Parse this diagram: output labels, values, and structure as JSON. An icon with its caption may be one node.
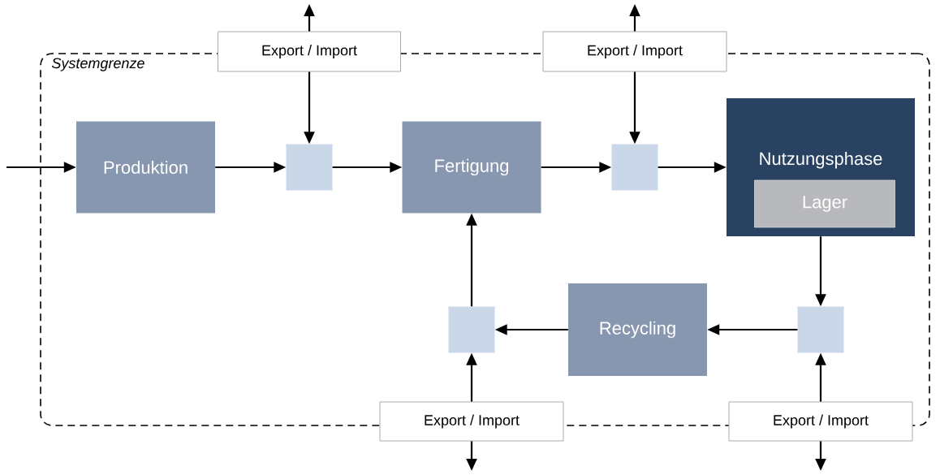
{
  "diagram": {
    "nodes": [
      {
        "text": [
          "Systemgrenze"
        ]
      },
      {
        "text": [
          "Export / Import"
        ]
      },
      {
        "text": [
          "Export / Import"
        ]
      },
      {
        "text": [
          "Produktion"
        ],
        "in": 0
      },
      {
        "text": [],
        "shape": "box",
        "in": 0
      },
      {
        "text": [
          "Fertigung"
        ],
        "in": 0
      },
      {
        "text": [],
        "shape": "box",
        "in": 0
      },
      {
        "text": [
          "Nutzungsphase"
        ],
        "in": 0
      },
      {
        "text": [
          "Lager"
        ],
        "in": 7
      },
      {
        "text": [
          "Recycling"
        ],
        "in": 0
      },
      {
        "text": [],
        "shape": "box",
        "in": 0
      },
      {
        "text": [],
        "shape": "box",
        "in": 0
      },
      {
        "text": [
          "Export / Import"
        ]
      },
      {
        "text": [
          "Export / Import"
        ]
      }
    ],
    "edges": [
      {
        "from": null,
        "to": 3,
        "arrow": "to"
      },
      {
        "from": 3,
        "to": 4,
        "arrow": "to"
      },
      {
        "from": 4,
        "to": 5,
        "arrow": "to"
      },
      {
        "from": 5,
        "to": 6,
        "arrow": "to"
      },
      {
        "from": 6,
        "to": 7,
        "arrow": "to"
      },
      {
        "from": 1,
        "to": 4,
        "arrow": "to"
      },
      {
        "from": 1,
        "to": null,
        "arrow": "to"
      },
      {
        "from": 2,
        "to": 6,
        "arrow": "to"
      },
      {
        "from": 2,
        "to": null,
        "arrow": "to"
      },
      {
        "from": 7,
        "to": 11,
        "arrow": "to"
      },
      {
        "from": 11,
        "to": 9,
        "arrow": "to"
      },
      {
        "from": 9,
        "to": 10,
        "arrow": "to"
      },
      {
        "from": 10,
        "to": 5,
        "arrow": "to"
      },
      {
        "from": 12,
        "to": 10,
        "arrow": "to"
      },
      {
        "from": 12,
        "to": null,
        "arrow": "to"
      },
      {
        "from": 13,
        "to": 11,
        "arrow": "to"
      },
      {
        "from": 13,
        "to": null,
        "arrow": "to"
      }
    ]
  }
}
